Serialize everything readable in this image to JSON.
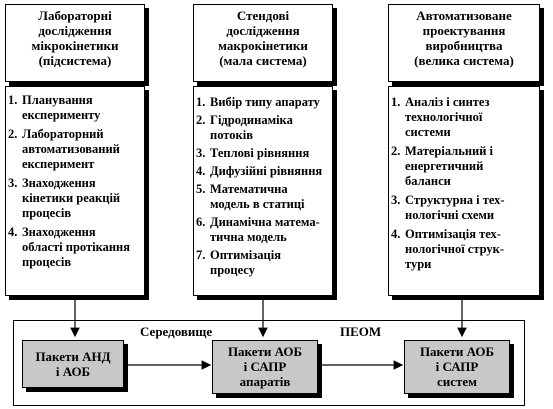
{
  "columns": [
    {
      "title_lines": [
        "Лабораторні",
        "дослідження",
        "мікрокінетики",
        "(підсистема)"
      ],
      "items": [
        {
          "num": "1.",
          "lines": [
            "Планування",
            "експерименту"
          ]
        },
        {
          "num": "2.",
          "lines": [
            "Лабораторний",
            "автоматизований",
            "експеримент"
          ]
        },
        {
          "num": "3.",
          "lines": [
            "Знаходження",
            "кінетики реакцій",
            "процесів"
          ]
        },
        {
          "num": "4.",
          "lines": [
            "Знаходження",
            "області протікання",
            "процесів"
          ]
        }
      ]
    },
    {
      "title_lines": [
        "Стендові",
        "дослідження",
        "макрокінетики",
        "(мала система)"
      ],
      "items": [
        {
          "num": "1.",
          "lines": [
            "Вибір типу апарату"
          ]
        },
        {
          "num": "2.",
          "lines": [
            "Гідродинаміка",
            "потоків"
          ]
        },
        {
          "num": "3.",
          "lines": [
            "Теплові рівняння"
          ]
        },
        {
          "num": "4.",
          "lines": [
            "Дифузійні рівняння"
          ]
        },
        {
          "num": "5.",
          "lines": [
            "Математична",
            "модель в статиці"
          ]
        },
        {
          "num": "6.",
          "lines": [
            "Динамічна матема-",
            "тична модель"
          ]
        },
        {
          "num": "7.",
          "lines": [
            "Оптимізація",
            "процесу"
          ]
        }
      ]
    },
    {
      "title_lines": [
        "Автоматизоване",
        "проектування",
        "виробництва",
        "(велика система)"
      ],
      "items": [
        {
          "num": "1.",
          "lines": [
            "Аналіз і синтез",
            "технологічної",
            "системи"
          ]
        },
        {
          "num": "2.",
          "lines": [
            "Матеріальний і",
            "енергетичний",
            "баланси"
          ]
        },
        {
          "num": "3.",
          "lines": [
            "Структурна і тех-",
            "нологічні схеми"
          ]
        },
        {
          "num": "4.",
          "lines": [
            "Оптимізація тех-",
            "нологічної струк-",
            "тури"
          ]
        }
      ]
    }
  ],
  "environment": {
    "label_left": "Середовище",
    "label_right": "ПЕОМ",
    "packages": [
      {
        "lines": [
          "Пакети АНД",
          "і АОБ"
        ]
      },
      {
        "lines": [
          "Пакети АОБ",
          "і САПР",
          "апаратів"
        ]
      },
      {
        "lines": [
          "Пакети АОБ",
          "і САПР",
          "систем"
        ]
      }
    ]
  }
}
